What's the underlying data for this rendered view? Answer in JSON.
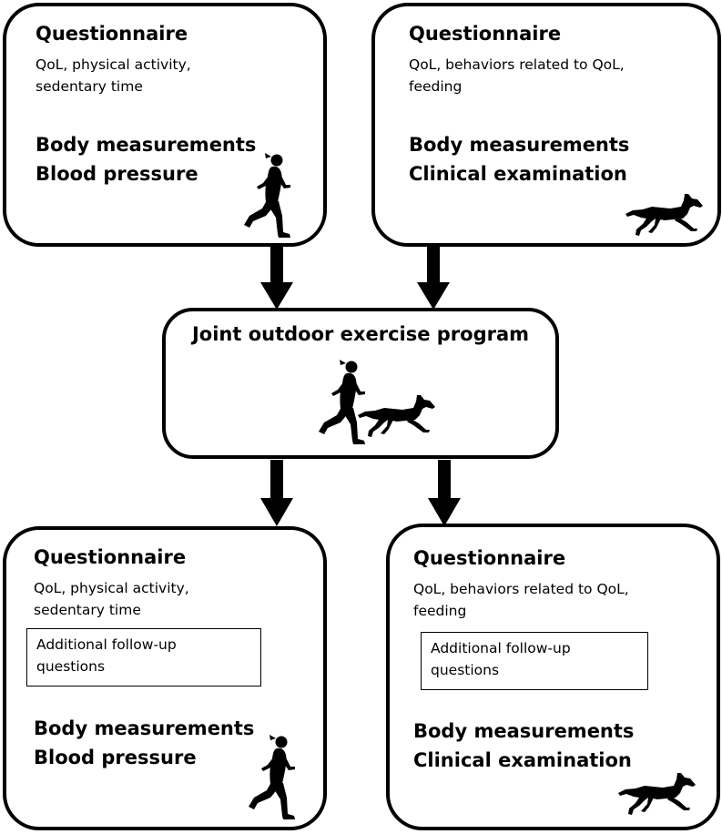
{
  "boxes": {
    "human_pre": {
      "title": "Questionnaire",
      "topics": [
        "QoL, physical activity,",
        "sedentary time"
      ],
      "measures": [
        "Body measurements",
        "Blood pressure"
      ]
    },
    "dog_pre": {
      "title": "Questionnaire",
      "topics": [
        "QoL, behaviors related to QoL,",
        "feeding"
      ],
      "measures": [
        "Body measurements",
        "Clinical examination"
      ]
    },
    "program": {
      "title": "Joint outdoor exercise program"
    },
    "human_post": {
      "title": "Questionnaire",
      "topics": [
        "QoL, physical activity,",
        "sedentary time"
      ],
      "note": [
        "Additional follow-up",
        "questions"
      ],
      "measures": [
        "Body measurements",
        "Blood pressure"
      ]
    },
    "dog_post": {
      "title": "Questionnaire",
      "topics": [
        "QoL, behaviors related to QoL,",
        "feeding"
      ],
      "note": [
        "Additional follow-up",
        "questions"
      ],
      "measures": [
        "Body measurements",
        "Clinical examination"
      ]
    }
  },
  "icons": [
    "runner-icon",
    "dog-icon"
  ]
}
